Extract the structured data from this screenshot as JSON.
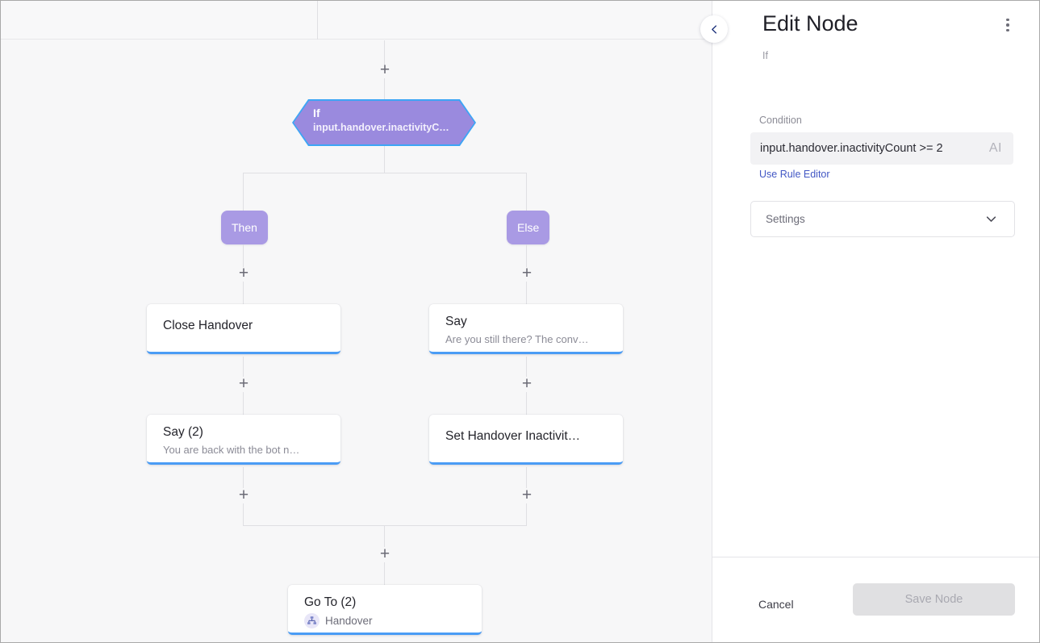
{
  "canvas": {
    "nodes": {
      "if_node": {
        "title": "If",
        "subtitle": "input.handover.inactivityC…"
      },
      "then_badge": "Then",
      "else_badge": "Else",
      "close_handover": {
        "title": "Close Handover"
      },
      "say_else": {
        "title": "Say",
        "subtitle": "Are you still there? The conv…"
      },
      "say_then": {
        "title": "Say (2)",
        "subtitle": "You are back with the bot n…"
      },
      "set_handover": {
        "title": "Set Handover Inactivit…"
      },
      "go_to": {
        "title": "Go To (2)",
        "subtitle": "Handover",
        "icon": "sitemap-icon"
      }
    },
    "add_button_glyph": "+",
    "collapse_icon": "chevron-left-icon"
  },
  "panel": {
    "title": "Edit Node",
    "subtitle": "If",
    "menu_icon": "kebab-menu-icon",
    "condition": {
      "label": "Condition",
      "value": "input.handover.inactivityCount >= 2",
      "ai_badge": "AI"
    },
    "rule_editor_link": "Use Rule Editor",
    "settings": {
      "label": "Settings",
      "chevron": "chevron-down-icon"
    },
    "footer": {
      "cancel_label": "Cancel",
      "save_label": "Save Node"
    }
  },
  "colors": {
    "node_purple": "#9a8ade",
    "badge_purple": "#a99ae4",
    "selection_blue": "#3da5f5",
    "card_accent_blue": "#4a9cf5",
    "link_blue": "#4257c4",
    "canvas_bg": "#f7f7f8"
  }
}
